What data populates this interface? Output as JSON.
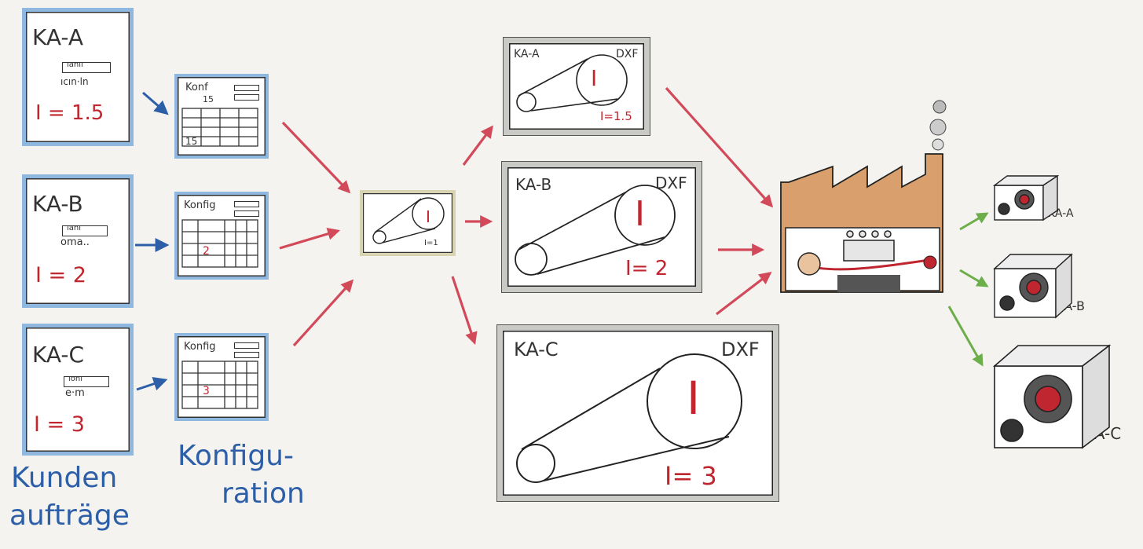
{
  "orders": [
    {
      "id": "KA-A",
      "value": "I = 1.5",
      "scribble1": "ıanıı",
      "scribble2": "ıcın·ln"
    },
    {
      "id": "KA-B",
      "value": "I = 2",
      "scribble1": "ıanı",
      "scribble2": "oma.."
    },
    {
      "id": "KA-C",
      "value": "I = 3",
      "scribble1": "ıonı",
      "scribble2": "e·m"
    }
  ],
  "configs": [
    {
      "title": "Konf",
      "sub": "15",
      "cell": "15"
    },
    {
      "title": "Konfig",
      "cell": "2"
    },
    {
      "title": "Konfig",
      "cell": "3"
    }
  ],
  "labels": {
    "orders_line1": "Kunden",
    "orders_line2": "aufträge",
    "config_line1": "Konfigu-",
    "config_line2": "ration"
  },
  "master": {
    "symbol": "I",
    "value": "I=1"
  },
  "drawings": [
    {
      "id": "KA-A",
      "format": "DXF",
      "symbol": "I",
      "value": "I=1.5"
    },
    {
      "id": "KA-B",
      "format": "DXF",
      "symbol": "I",
      "value": "I= 2"
    },
    {
      "id": "KA-C",
      "format": "DXF",
      "symbol": "I",
      "value": "I= 3"
    }
  ],
  "products": [
    {
      "label": "KA-A"
    },
    {
      "label": "KA-B"
    },
    {
      "label": "KA-C"
    }
  ],
  "colors": {
    "order_border": "#8fb8e0",
    "arrow_blue": "#2c5fa8",
    "arrow_red": "#d24a5a",
    "arrow_green": "#6cae4a",
    "factory": "#c98a56",
    "value_red": "#c0262f"
  }
}
